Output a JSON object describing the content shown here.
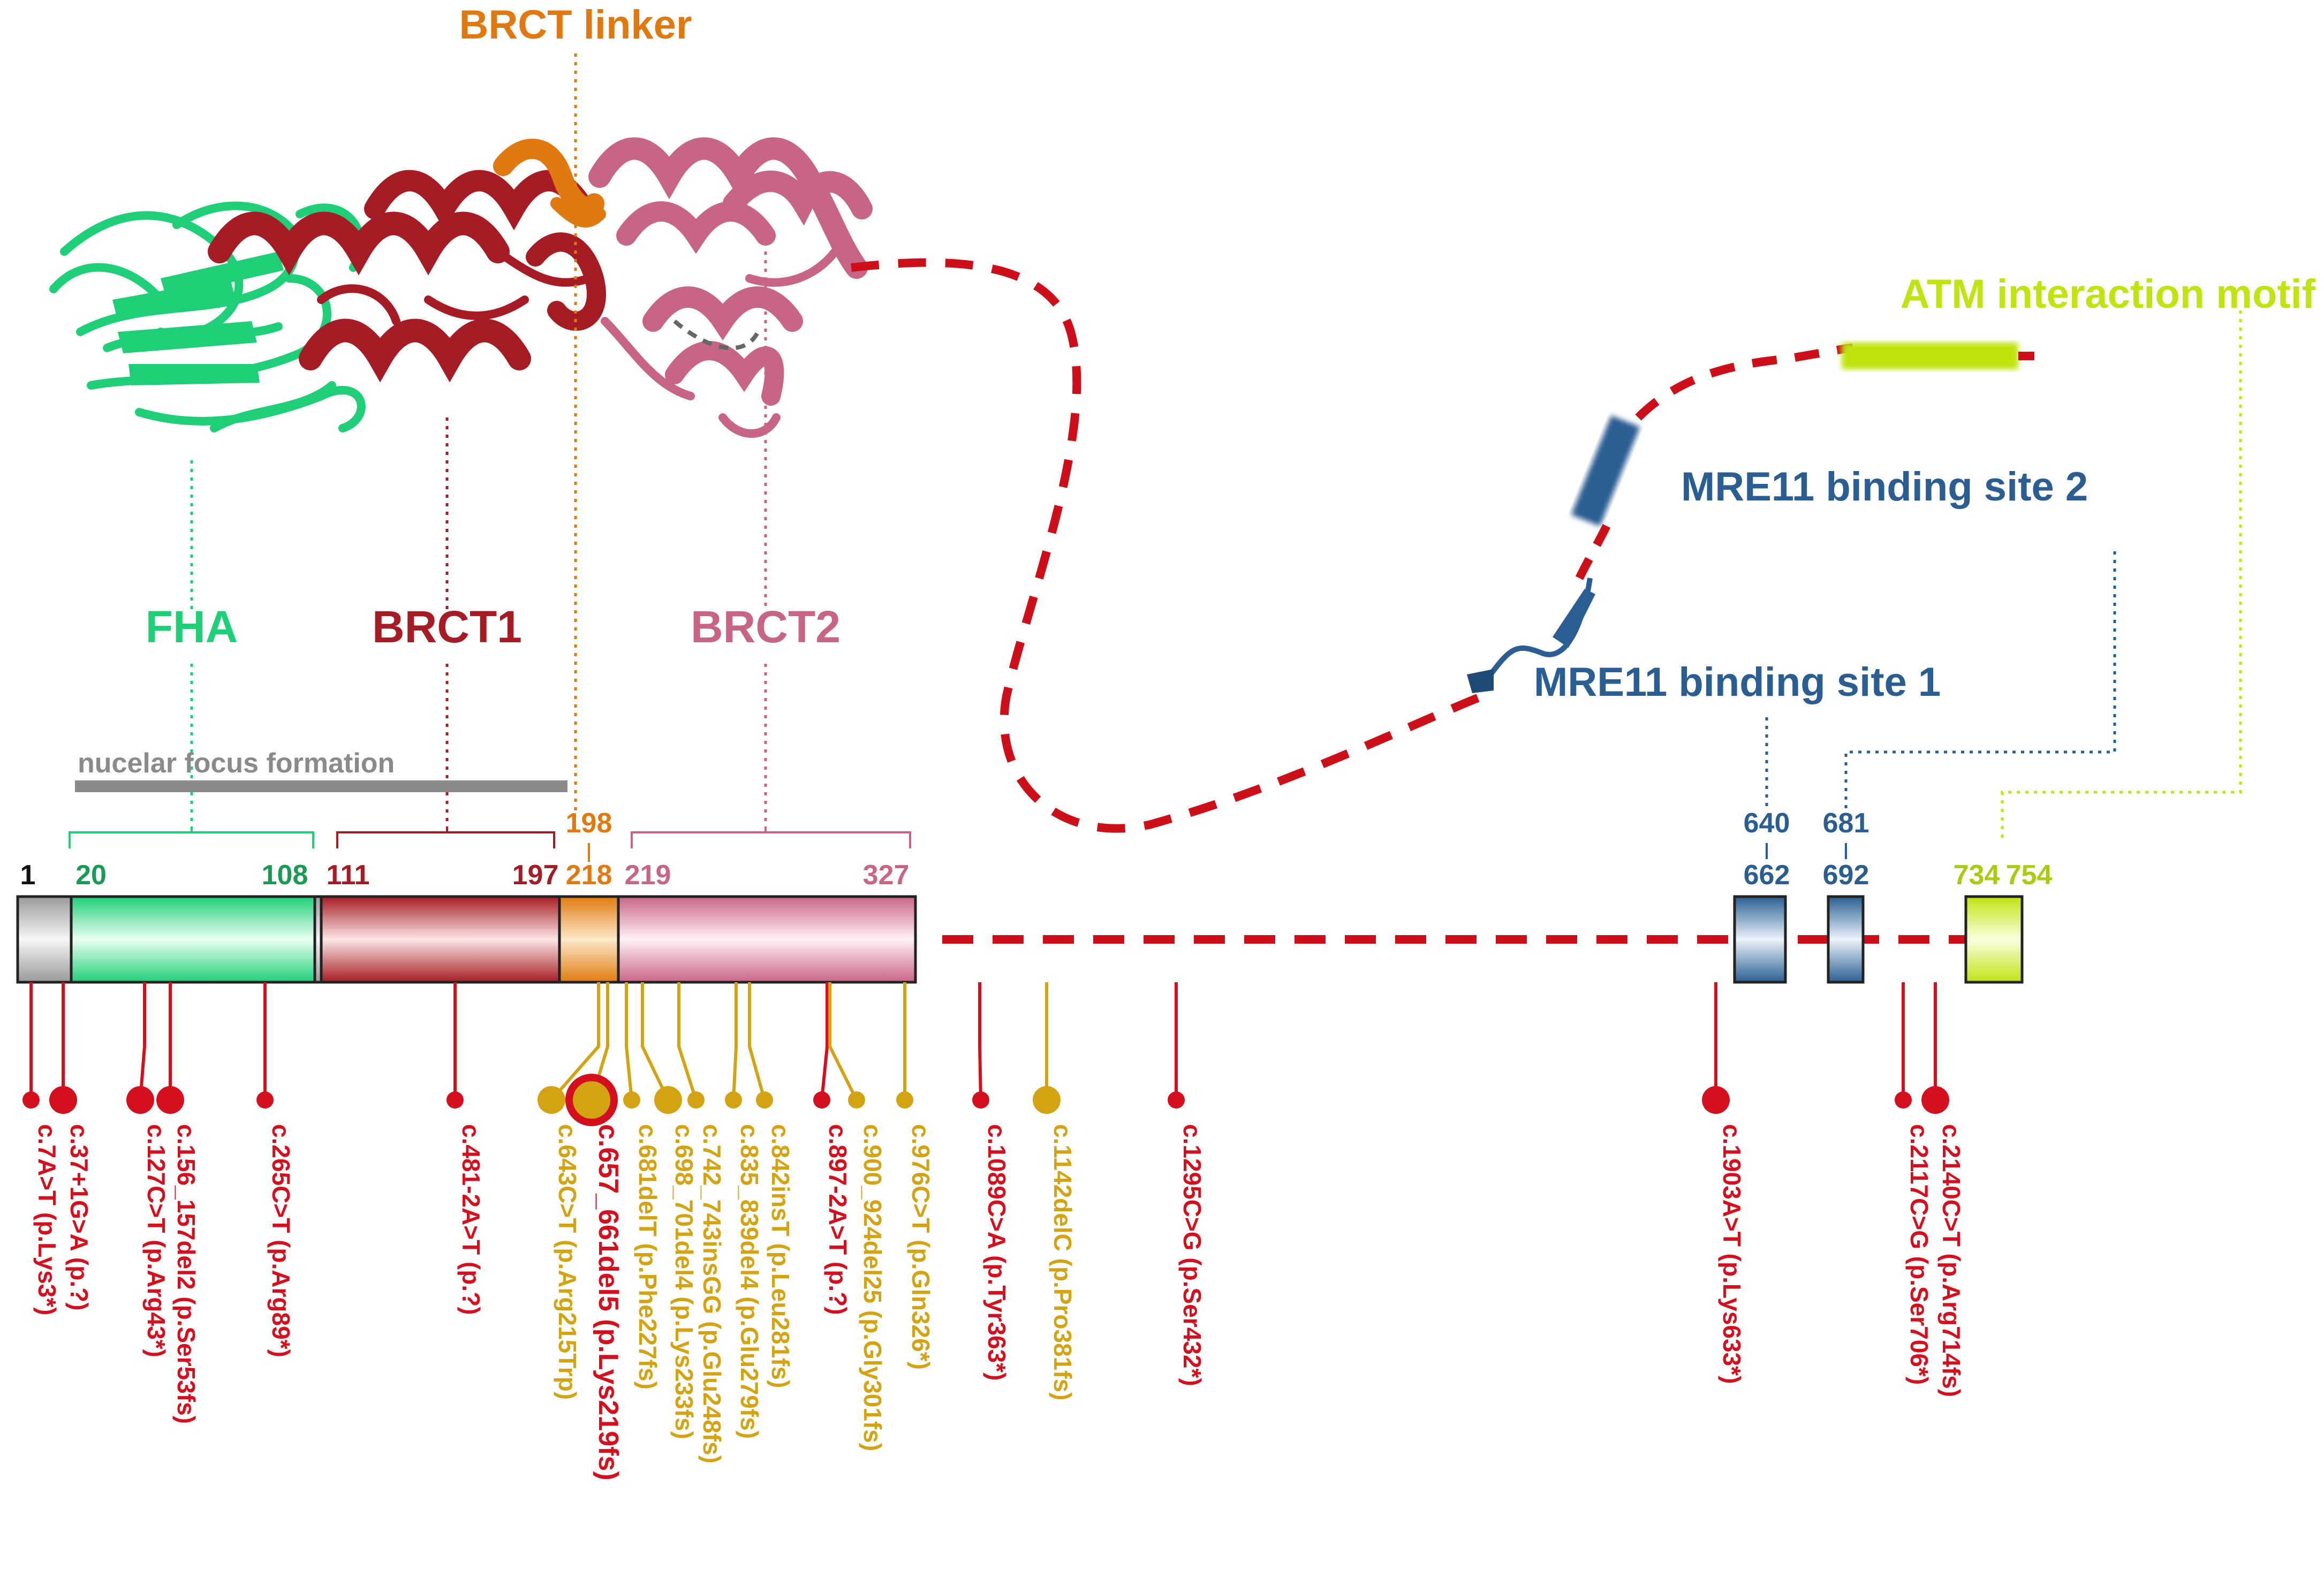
{
  "colors": {
    "fha": "#1fcf78",
    "brct1": "#a51c24",
    "linker": "#e07a10",
    "brct2": "#c86486",
    "mre11": "#2a5d91",
    "atm": "#bfe410",
    "nff_bar": "#8a8a8a",
    "mut_red": "#d40f1e",
    "mut_gold": "#d4a312",
    "linker_dash": "#cc0f18",
    "grey_box": "#cfcfcf"
  },
  "structure": {
    "brct_linker": "BRCT linker",
    "atm_motif": "ATM interaction motif",
    "mre11_site2": "MRE11 binding site 2",
    "mre11_site1": "MRE11 binding site 1"
  },
  "domains": {
    "fha": "FHA",
    "brct1": "BRCT1",
    "brct2": "BRCT2",
    "nff": "nucelar focus formation"
  },
  "positions": {
    "p1": "1",
    "p20": "20",
    "p108": "108",
    "p111": "111",
    "p197": "197",
    "p198": "198",
    "p218": "218",
    "p219": "219",
    "p327": "327",
    "p640": "640",
    "p662": "662",
    "p681": "681",
    "p692": "692",
    "p734": "734",
    "p754": "754"
  },
  "mutations": [
    {
      "label": "c.7A>T (p.Lys3*)",
      "type": "red",
      "size": "small"
    },
    {
      "label": "c.37+1G>A (p.?)",
      "type": "red",
      "size": "large"
    },
    {
      "label": "c.127C>T (p.Arg43*)",
      "type": "red",
      "size": "large"
    },
    {
      "label": "c.156_157del2 (p.Ser53fs)",
      "type": "red",
      "size": "large"
    },
    {
      "label": "c.265C>T (p.Arg89*)",
      "type": "red",
      "size": "small"
    },
    {
      "label": "c.481-2A>T (p.?)",
      "type": "red",
      "size": "small"
    },
    {
      "label": "c.643C>T (p.Arg215Trp)",
      "type": "gold",
      "size": "large"
    },
    {
      "label": "c.657_661del5 (p.Lys219fs)",
      "type": "gold-red",
      "size": "huge"
    },
    {
      "label": "c.681delT (p.Phe227fs)",
      "type": "gold",
      "size": "small"
    },
    {
      "label": "c.698_701del4 (p.Lys233fs)",
      "type": "gold",
      "size": "large"
    },
    {
      "label": "c.742_743insGG (p.Glu248fs)",
      "type": "gold",
      "size": "small"
    },
    {
      "label": "c.835_839del4 (p.Glu279fs)",
      "type": "gold",
      "size": "small"
    },
    {
      "label": "c.842insT (p.Leu281fs)",
      "type": "gold",
      "size": "small"
    },
    {
      "label": "c.897-2A>T (p.?)",
      "type": "red",
      "size": "small"
    },
    {
      "label": "c.900_924del25 (p.Gly301fs)",
      "type": "gold",
      "size": "small"
    },
    {
      "label": "c.976C>T (p.Gln326*)",
      "type": "gold",
      "size": "small"
    },
    {
      "label": "c.1089C>A (p.Tyr363*)",
      "type": "red",
      "size": "small"
    },
    {
      "label": "c.1142delC (p.Pro381fs)",
      "type": "gold",
      "size": "large"
    },
    {
      "label": "c.1295C>G (p.Ser432*)",
      "type": "red",
      "size": "small"
    },
    {
      "label": "c.1903A>T (p.Lys633*)",
      "type": "red",
      "size": "large"
    },
    {
      "label": "c.2117C>G (p.Ser706*)",
      "type": "red",
      "size": "small"
    },
    {
      "label": "c.2140C>T (p.Arg714fs)",
      "type": "red",
      "size": "large"
    }
  ]
}
